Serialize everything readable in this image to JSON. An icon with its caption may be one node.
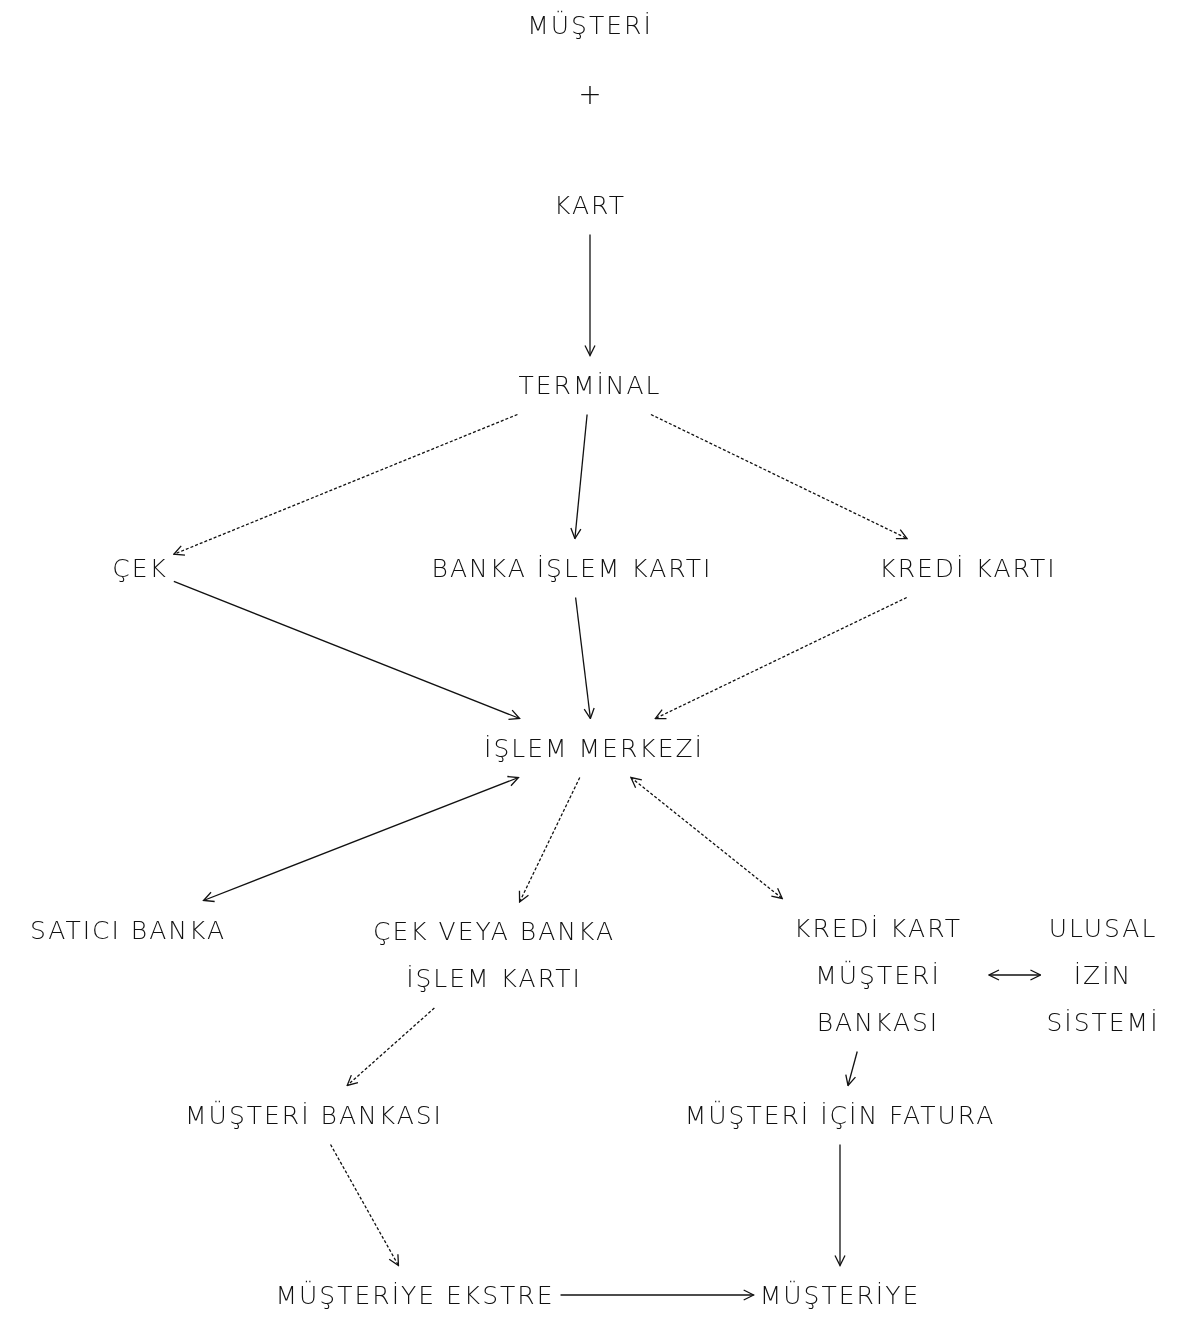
{
  "diagram": {
    "nodes": [
      {
        "text": [
          "MÜŞTERİ"
        ]
      },
      {
        "text": [
          "KART"
        ]
      },
      {
        "text": [
          "TERMİNAL"
        ]
      },
      {
        "text": [
          "ÇEK"
        ]
      },
      {
        "text": [
          "BANKA İŞLEM KARTI"
        ]
      },
      {
        "text": [
          "KREDİ KARTI"
        ]
      },
      {
        "text": [
          "İŞLEM MERKEZİ"
        ]
      },
      {
        "text": [
          "SATICI BANKA"
        ]
      },
      {
        "text": [
          "ÇEK VEYA BANKA İŞLEM KARTI"
        ]
      },
      {
        "text": [
          "KREDİ KART MÜŞTERİ BANKASI"
        ]
      },
      {
        "text": [
          "ULUSAL İZİN SİSTEMİ"
        ]
      },
      {
        "text": [
          "MÜŞTERİ BANKASI"
        ]
      },
      {
        "text": [
          "MÜŞTERİ İÇİN FATURA"
        ]
      },
      {
        "text": [
          "MÜŞTERİYE EKSTRE"
        ]
      },
      {
        "text": [
          "MÜŞTERİYE"
        ]
      }
    ],
    "edges": [
      {
        "from": 1,
        "to": 2,
        "arrow": "to"
      },
      {
        "from": 2,
        "to": 3,
        "arrow": "to",
        "style": "dashed"
      },
      {
        "from": 2,
        "to": 4,
        "arrow": "to"
      },
      {
        "from": 2,
        "to": 5,
        "arrow": "to",
        "style": "dashed"
      },
      {
        "from": 3,
        "to": 6,
        "arrow": "to"
      },
      {
        "from": 4,
        "to": 6,
        "arrow": "to"
      },
      {
        "from": 5,
        "to": 6,
        "arrow": "to",
        "style": "dashed"
      },
      {
        "from": 6,
        "to": 7,
        "arrow": "both"
      },
      {
        "from": 6,
        "to": 8,
        "arrow": "to",
        "style": "dashed"
      },
      {
        "from": 6,
        "to": 9,
        "arrow": "both",
        "style": "dashed"
      },
      {
        "from": 9,
        "to": 10,
        "arrow": "both"
      },
      {
        "from": 9,
        "to": 12,
        "arrow": "to"
      },
      {
        "from": 8,
        "to": 11,
        "arrow": "to",
        "style": "dashed"
      },
      {
        "from": 11,
        "to": 13,
        "arrow": "to",
        "style": "dashed"
      },
      {
        "from": 12,
        "to": 14,
        "arrow": "to"
      },
      {
        "from": 13,
        "to": 14,
        "arrow": "to"
      }
    ],
    "labels": [
      "+"
    ]
  }
}
